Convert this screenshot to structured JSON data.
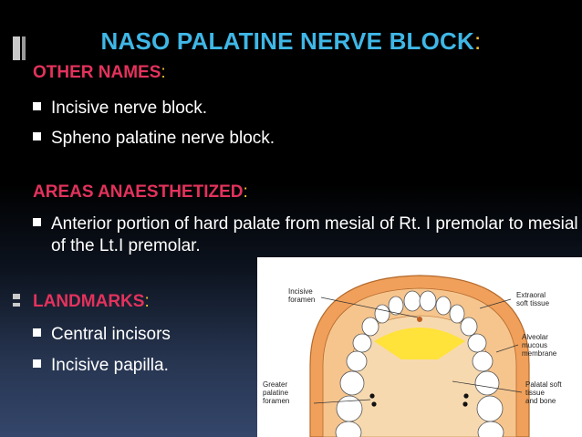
{
  "slide": {
    "title": "NASO PALATINE NERVE BLOCK",
    "title_colon": ":",
    "sections": {
      "other_names": {
        "heading": "OTHER NAMES",
        "colon": ":",
        "items": [
          "Incisive nerve block.",
          "Spheno palatine nerve block."
        ]
      },
      "areas": {
        "heading": "AREAS ANAESTHETIZED",
        "colon": ":",
        "items": [
          "Anterior portion of hard palate from mesial of Rt. I premolar to mesial of the Lt.I premolar."
        ]
      },
      "landmarks": {
        "heading": "LANDMARKS",
        "colon": ":",
        "items": [
          "Central incisors",
          "Incisive papilla."
        ]
      }
    }
  },
  "diagram": {
    "labels": {
      "incisive_foramen": [
        "Incisive",
        "foramen"
      ],
      "extraoral": [
        "Extraoral",
        "soft tissue"
      ],
      "alveolar": [
        "Alveolar",
        "mucous",
        "membrane"
      ],
      "greater_palatine": [
        "Greater",
        "palatine",
        "foramen"
      ],
      "palatal": [
        "Palatal soft",
        "tissue",
        "and bone"
      ]
    }
  },
  "colors": {
    "title": "#3fb7e6",
    "heading": "#e3325c",
    "colon": "#f2c230",
    "soft_tissue": "#f0a05a",
    "palate": "#f7d9b0",
    "anesthetized_area": "#ffe23a"
  }
}
